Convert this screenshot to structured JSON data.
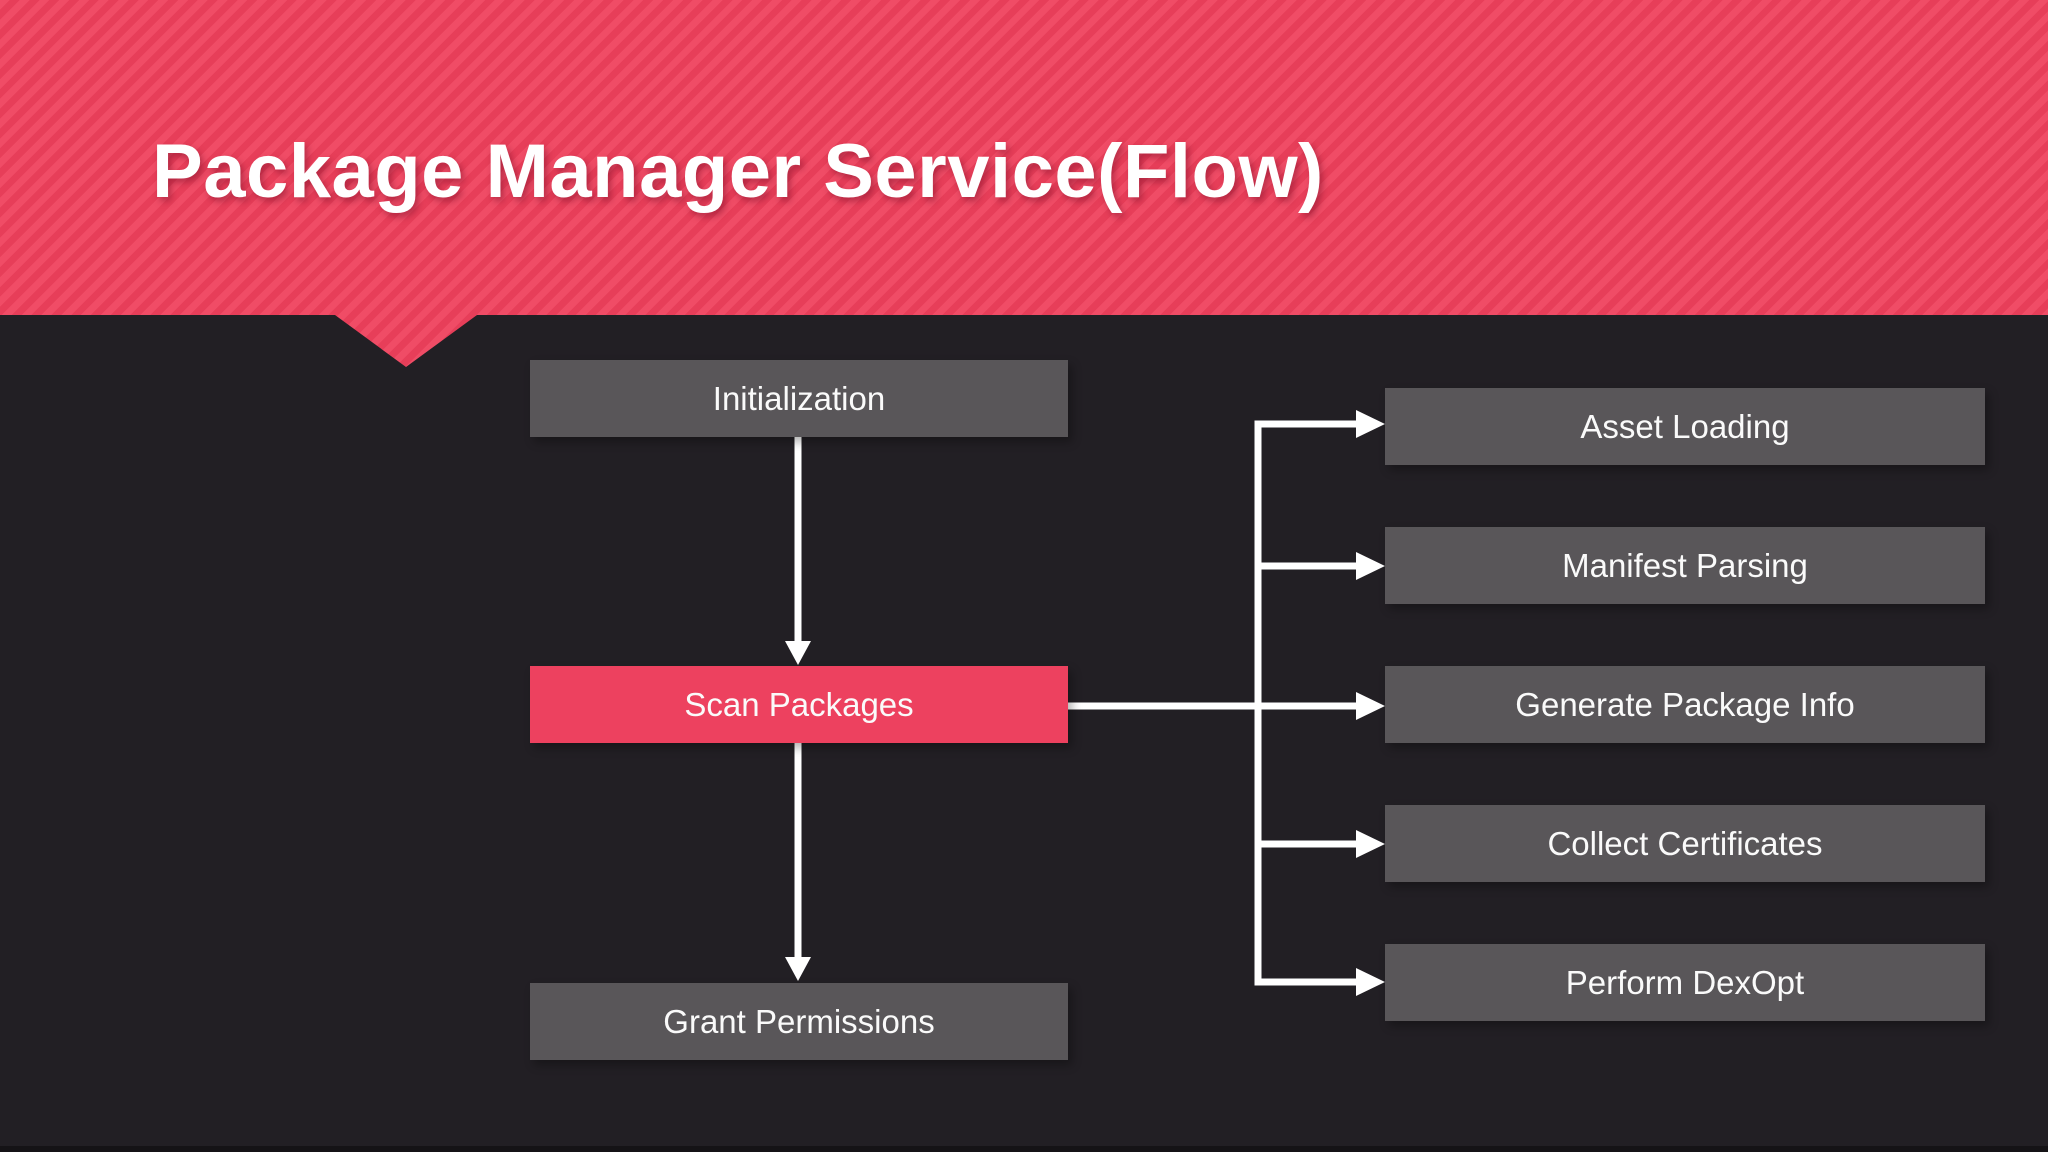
{
  "slide": {
    "title": "Package Manager Service(Flow)"
  },
  "flow": {
    "main": [
      {
        "id": "initialization",
        "label": "Initialization",
        "variant": "gray"
      },
      {
        "id": "scan-packages",
        "label": "Scan Packages",
        "variant": "accent"
      },
      {
        "id": "grant-permissions",
        "label": "Grant Permissions",
        "variant": "gray"
      }
    ],
    "sub": [
      {
        "id": "asset-loading",
        "label": "Asset Loading"
      },
      {
        "id": "manifest-parsing",
        "label": "Manifest Parsing"
      },
      {
        "id": "generate-package-info",
        "label": "Generate Package Info"
      },
      {
        "id": "collect-certificates",
        "label": "Collect Certificates"
      },
      {
        "id": "perform-dexopt",
        "label": "Perform DexOpt"
      }
    ]
  },
  "colors": {
    "header_stripe_light": "#f04c66",
    "header_stripe_dark": "#e73e59",
    "accent_node": "#ed415f",
    "gray_node": "#595659",
    "background": "#221f24",
    "connector": "#ffffff",
    "text": "#fafafa"
  }
}
